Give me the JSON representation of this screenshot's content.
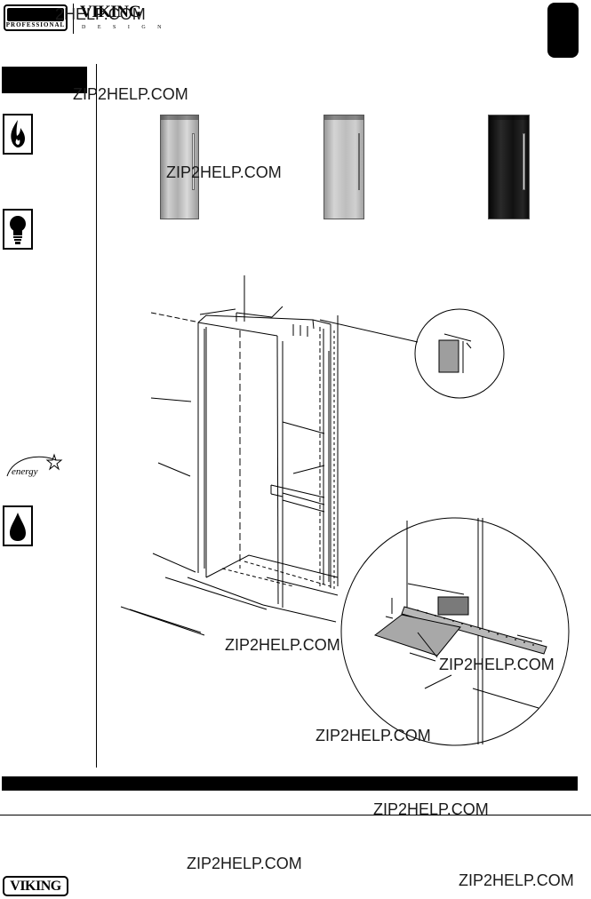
{
  "header": {
    "logo_badge_text": "PROFESSIONAL",
    "brand_name": "VIKING",
    "brand_sub": "D E S I G N"
  },
  "watermark": "ZIP2HELP.COM",
  "watermarks": [
    "2HELP.COM",
    "ZIP2HELP.COM",
    "ZIP2HELP.COM",
    "ZIP2HELP.COM",
    "ZIP2HELP.COM",
    "ZIP2HELP.COM",
    "ZIP2HELP.COM",
    "ZIP2HELP.COM",
    "ZIP2HELP.COM"
  ],
  "sidebar_icons": [
    "flame-icon",
    "lightbulb-icon",
    "energy-star-icon",
    "water-drop-icon"
  ],
  "energy_logo_text": "energy",
  "products": [
    "stainless-refrigerator",
    "stainless-refrigerator-plain",
    "black-refrigerator"
  ],
  "footer": {
    "logo_text": "VIKING"
  },
  "colors": {
    "ink": "#000000",
    "paper": "#ffffff",
    "steel": "#c4c4c4",
    "dark_panel": "#151515"
  }
}
